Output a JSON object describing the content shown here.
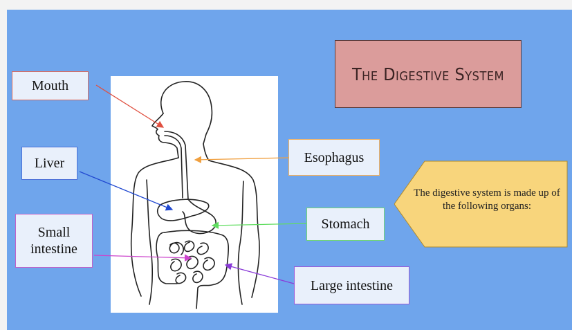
{
  "diagram": {
    "title": "The Digestive System",
    "callout": "The digestive system is made up of the following organs:",
    "labels": {
      "mouth": "Mouth",
      "liver": "Liver",
      "small_intestine": "Small intestine",
      "esophagus": "Esophagus",
      "stomach": "Stomach",
      "large_intestine": "Large intestine"
    },
    "colors": {
      "slide_background": "#6fa5ec",
      "title_fill": "#db9c9b",
      "callout_fill": "#f8d57c",
      "mouth_arrow": "#e05040",
      "liver_arrow": "#2048d0",
      "small_intestine_arrow": "#cc44cc",
      "esophagus_arrow": "#f0a040",
      "stomach_arrow": "#60dd60",
      "large_intestine_arrow": "#8a3ad8"
    }
  }
}
